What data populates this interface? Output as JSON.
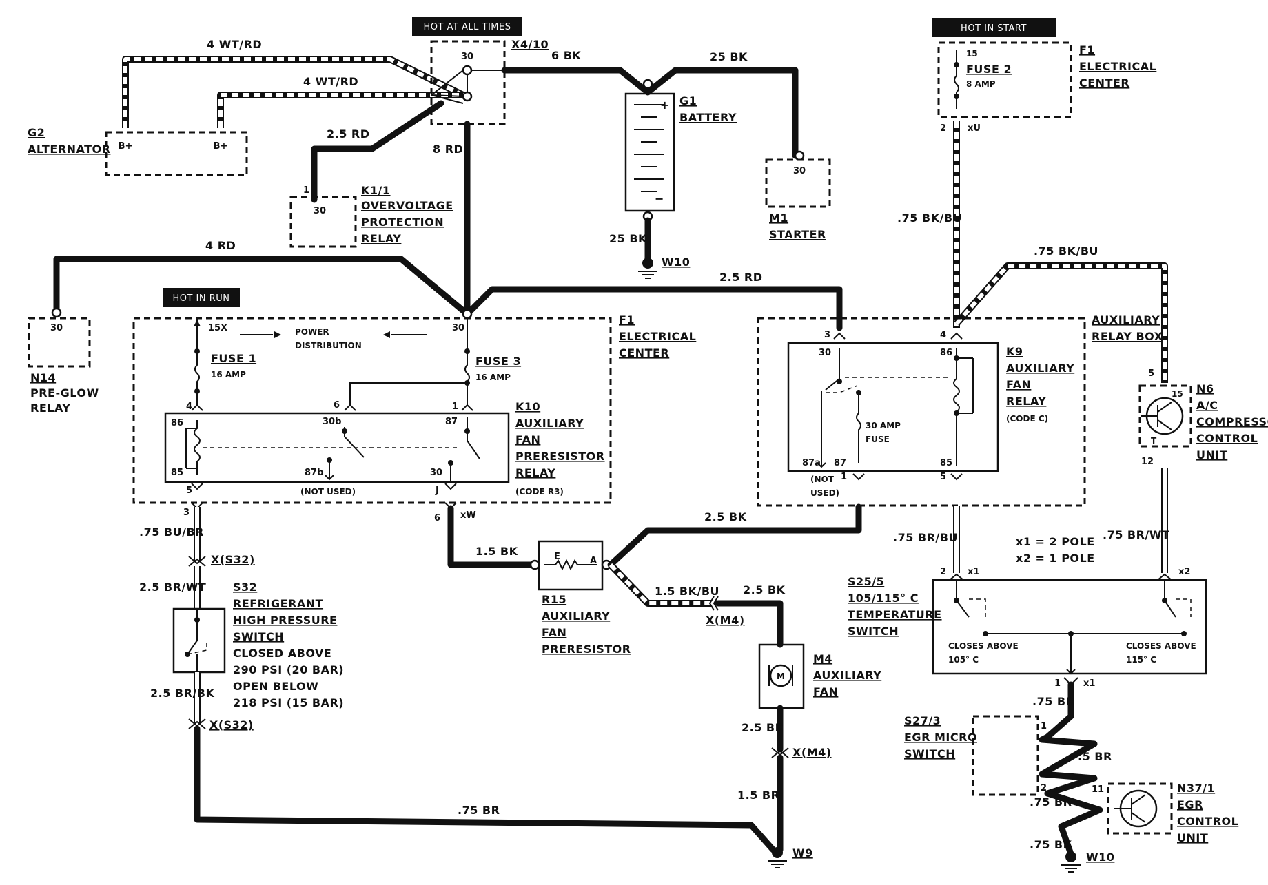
{
  "banners": {
    "hot_at_all_times": "HOT AT ALL TIMES",
    "hot_in_start": "HOT IN START",
    "hot_in_run": "HOT IN RUN"
  },
  "components": {
    "g2": {
      "code": "G2",
      "name": "ALTERNATOR",
      "pin1": "B+",
      "pin2": "B+"
    },
    "x4_10": {
      "code": "X4/10",
      "pin": "30"
    },
    "k1_1": {
      "code": "K1/1",
      "name1": "OVERVOLTAGE",
      "name2": "PROTECTION",
      "name3": "RELAY",
      "pin": "30",
      "pin_no": "1"
    },
    "g1": {
      "code": "G1",
      "name": "BATTERY",
      "plus": "+",
      "minus": "−"
    },
    "m1": {
      "code": "M1",
      "name": "STARTER",
      "pin": "30"
    },
    "f1_top": {
      "code": "F1",
      "name1": "ELECTRICAL",
      "name2": "CENTER",
      "fuse_name": "FUSE 2",
      "fuse_amp": "8 AMP",
      "pin_top": "15",
      "pin_bottom": "2",
      "conn": "xU"
    },
    "n14": {
      "code": "N14",
      "name1": "PRE-GLOW",
      "name2": "RELAY",
      "pin": "30"
    },
    "f1_mid": {
      "code": "F1",
      "name1": "ELECTRICAL",
      "name2": "CENTER"
    },
    "power_dist": {
      "line1": "POWER",
      "line2": "DISTRIBUTION",
      "pin15x": "15X",
      "pin30": "30"
    },
    "fuse1": {
      "name": "FUSE 1",
      "amp": "16 AMP"
    },
    "fuse3": {
      "name": "FUSE 3",
      "amp": "16 AMP"
    },
    "k10": {
      "code": "K10",
      "name1": "AUXILIARY",
      "name2": "FAN",
      "name3": "PRERESISTOR",
      "name4": "RELAY",
      "code_note": "(CODE R3)",
      "p86": "86",
      "p85": "85",
      "p30b": "30b",
      "p87": "87",
      "p87b": "87b",
      "p30": "30",
      "not_used": "(NOT USED)",
      "pin4": "4",
      "pin6": "6",
      "pin1": "1",
      "pin5": "5",
      "pin3": "3",
      "pinJ": "J"
    },
    "k9": {
      "code": "K9",
      "name1": "AUXILIARY",
      "name2": "FAN",
      "name3": "RELAY",
      "code_note": "(CODE C)",
      "p30": "30",
      "p86": "86",
      "p87a": "87a",
      "p87": "87",
      "p85": "85",
      "fuse1": "30 AMP",
      "fuse2": "FUSE",
      "not1": "(NOT",
      "not2": "USED)",
      "pin3": "3",
      "pin4": "4",
      "pin1": "1",
      "pin5": "5"
    },
    "aux_box": {
      "name1": "AUXILIARY",
      "name2": "RELAY BOX"
    },
    "n6": {
      "code": "N6",
      "name1": "A/C",
      "name2": "COMPRESSOR",
      "name3": "CONTROL",
      "name4": "UNIT",
      "pin5": "5",
      "pin15": "15",
      "pin12": "12",
      "pinT": "T"
    },
    "s32": {
      "code": "S32",
      "name1": "REFRIGERANT",
      "name2": "HIGH PRESSURE",
      "name3": "SWITCH",
      "d1": "CLOSED ABOVE",
      "d2": "290 PSI (20 BAR)",
      "d3": "OPEN BELOW",
      "d4": "218 PSI (15 BAR)"
    },
    "r15": {
      "code": "R15",
      "name1": "AUXILIARY",
      "name2": "FAN",
      "name3": "PRERESISTOR",
      "pe": "E",
      "pa": "A"
    },
    "m4": {
      "code": "M4",
      "name1": "AUXILIARY",
      "name2": "FAN",
      "motor": "M"
    },
    "s25_5": {
      "code": "S25/5",
      "spec": "105/115° C",
      "name1": "TEMPERATURE",
      "name2": "SWITCH",
      "c1": "CLOSES ABOVE",
      "t1": "105° C",
      "c2": "CLOSES ABOVE",
      "t2": "115° C",
      "x1note": "x1 = 2 POLE",
      "x2note": "x2 = 1 POLE",
      "pin2": "2",
      "pinx1": "x1",
      "pinx2": "x2",
      "pin1": "1",
      "pinx1b": "x1"
    },
    "s27_3": {
      "code": "S27/3",
      "name1": "EGR MICRO",
      "name2": "SWITCH",
      "pin1": "1",
      "pin2": "2"
    },
    "n37_1": {
      "code": "N37/1",
      "name1": "EGR",
      "name2": "CONTROL",
      "name3": "UNIT",
      "pin": "11"
    }
  },
  "wires": {
    "wt_rd_a": "4 WT/RD",
    "wt_rd_b": "4 WT/RD",
    "bk6": "6 BK",
    "bk25_top": "25 BK",
    "rd25_k1": "2.5 RD",
    "rd8": "8 RD",
    "bk25_g1": "25 BK",
    "rd4": "4 RD",
    "rd25": "2.5 RD",
    "bkbu_top": ".75 BK/BU",
    "bkbu_n6": ".75 BK/BU",
    "bubr": ".75 BU/BR",
    "xs32_a": "X(S32)",
    "brwt": "2.5 BR/WT",
    "brbk": "2.5 BR/BK",
    "xs32_b": "X(S32)",
    "bk15": "1.5 BK",
    "bk25_mid": "2.5 BK",
    "xw": "xW",
    "pin6": "6",
    "bkbu15": "1.5 BK/BU",
    "bk25_m4": "2.5 BK",
    "xm4_a": "X(M4)",
    "br25": "2.5 BR",
    "xm4_b": "X(M4)",
    "br15": "1.5 BR",
    "br75": ".75 BR",
    "brbu": ".75 BR/BU",
    "brwt75": ".75 BR/WT",
    "br75_s27": ".75 BR",
    "br5": ".5 BR",
    "br75_n37": ".75 BR",
    "bk75": ".75 BK"
  },
  "grounds": {
    "w10_top": "W10",
    "w9": "W9",
    "w10_bot": "W10"
  }
}
